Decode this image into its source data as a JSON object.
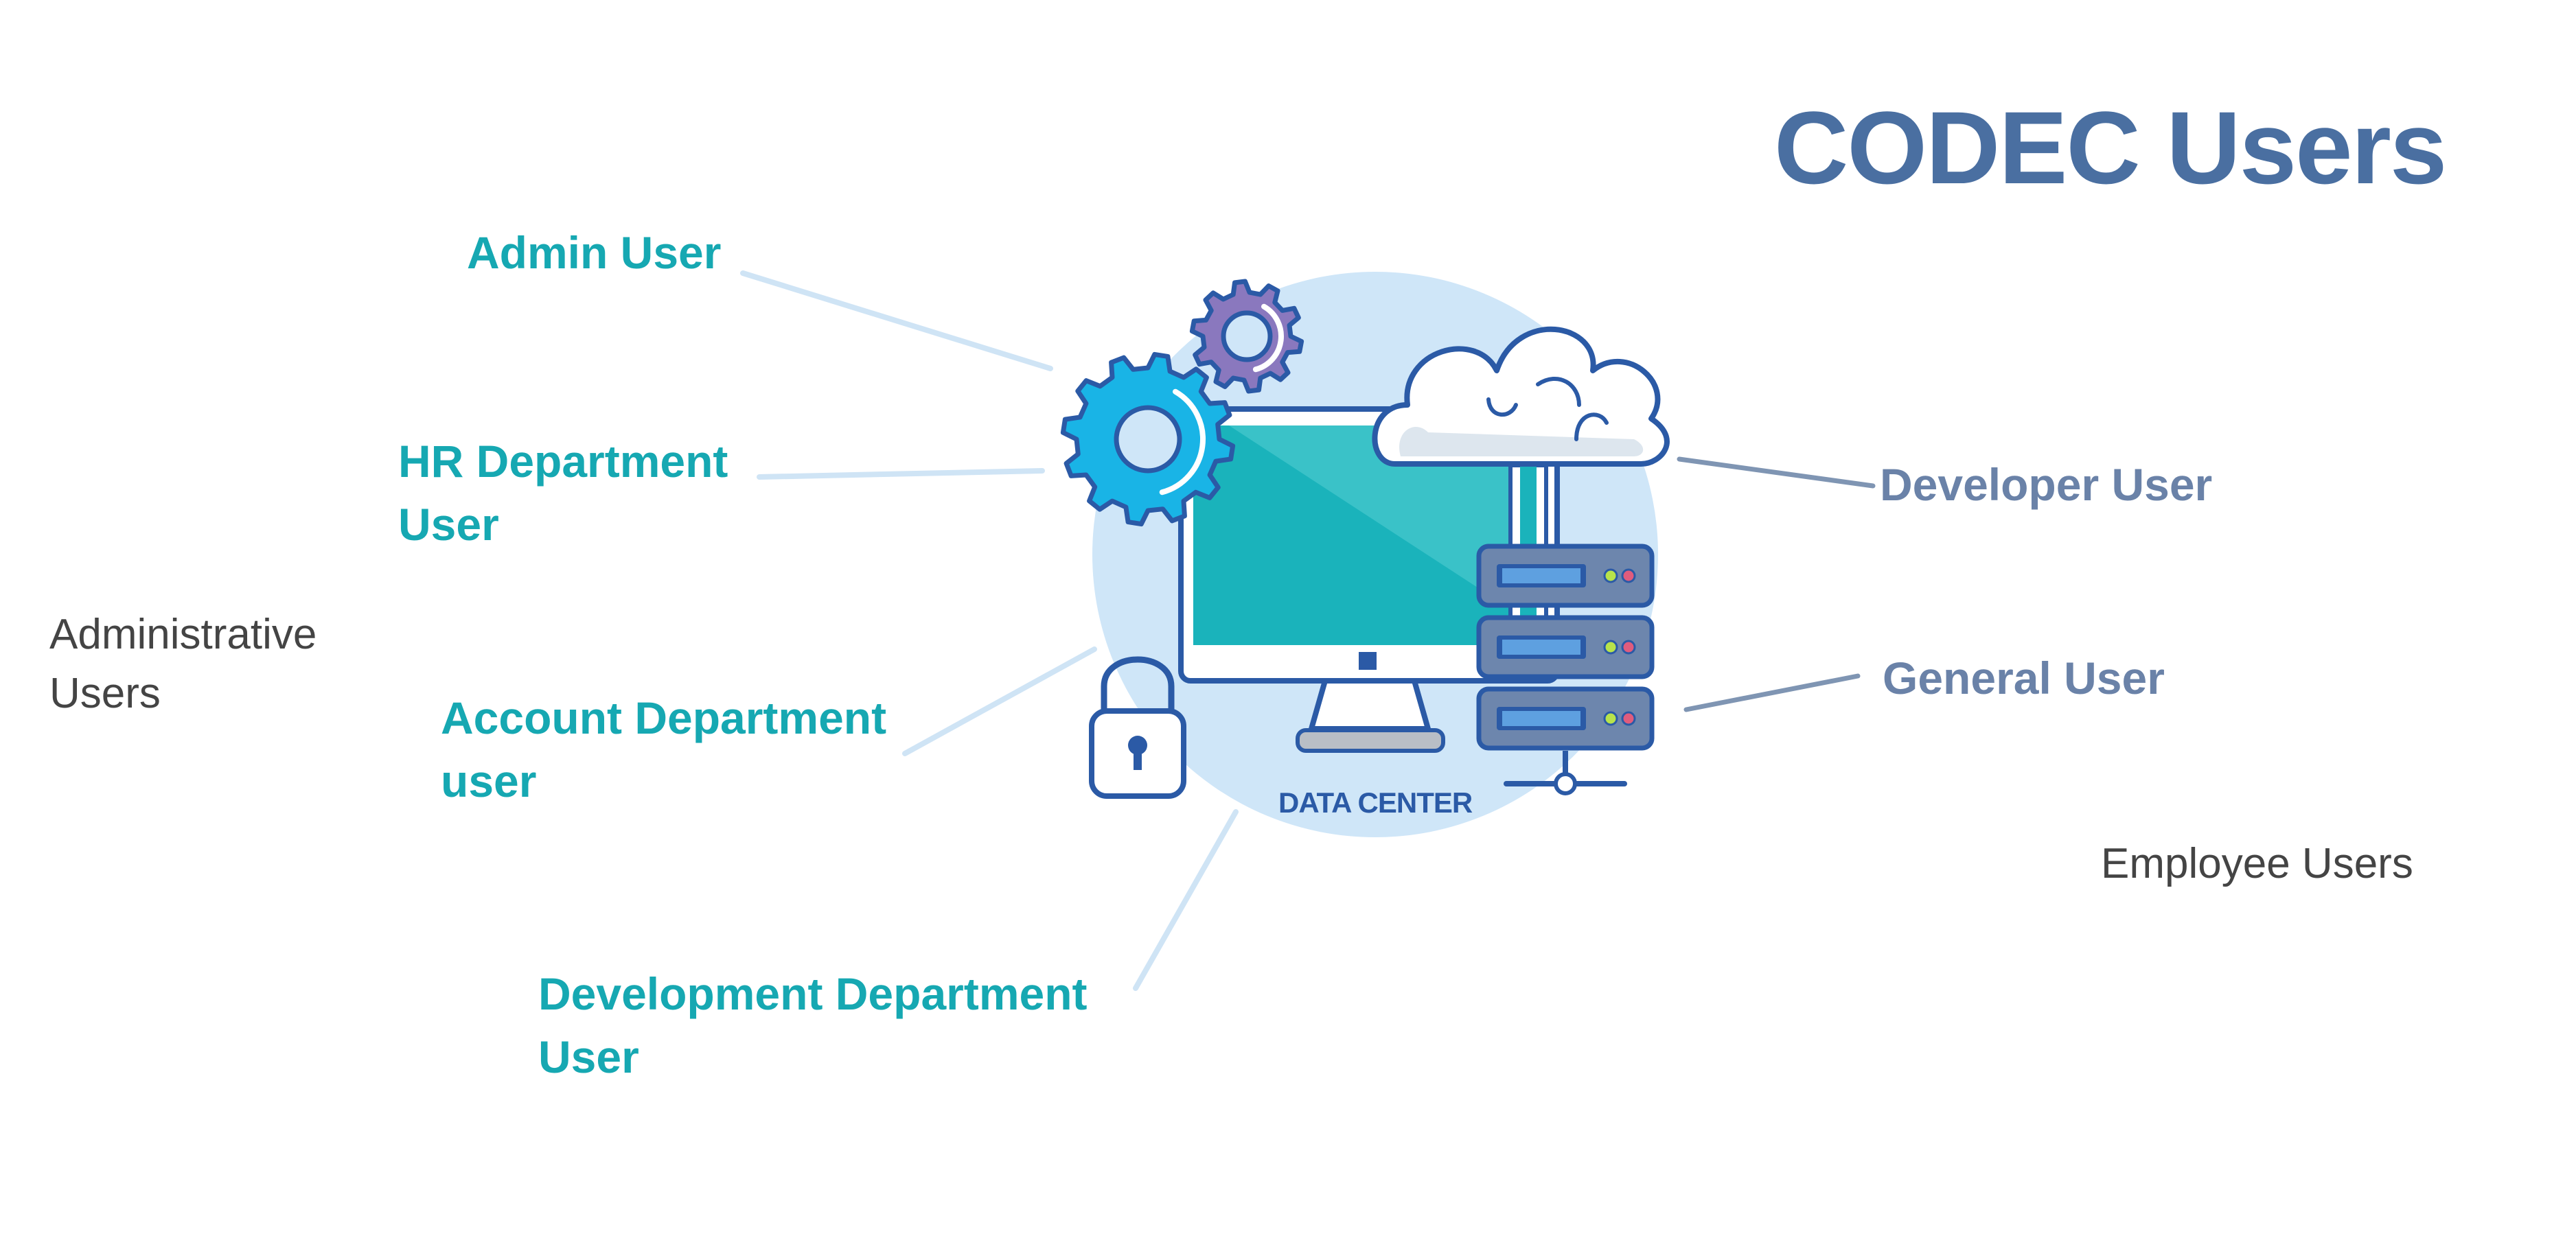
{
  "title": "CODEC Users",
  "colors": {
    "title": "#4a6fa1",
    "admin_labels": "#16a8b2",
    "employee_labels": "#6a82a8",
    "group_labels": "#444444",
    "admin_connectors": "#cfe4f5",
    "employee_connectors": "#7f95b3",
    "circle_bg": "#cfe6f8",
    "outline": "#2b5aa6",
    "screen": "#1ab3bb",
    "gear_blue": "#19b4e6",
    "gear_purple": "#8a78be",
    "server": "#6d86ad"
  },
  "groups": {
    "administrative": {
      "label": "Administrative Users",
      "users": [
        {
          "label": "Admin User"
        },
        {
          "label": "HR Department User"
        },
        {
          "label": "Account Department user"
        },
        {
          "label": "Development Department User"
        }
      ]
    },
    "employee": {
      "label": "Employee Users",
      "users": [
        {
          "label": "Developer User"
        },
        {
          "label": "General User"
        }
      ]
    }
  },
  "center_graphic": {
    "caption": "DATA CENTER",
    "icons": [
      "gear-icon",
      "gear-icon",
      "monitor-icon",
      "cloud-icon",
      "server-rack-icon",
      "padlock-icon",
      "network-node-icon"
    ]
  }
}
